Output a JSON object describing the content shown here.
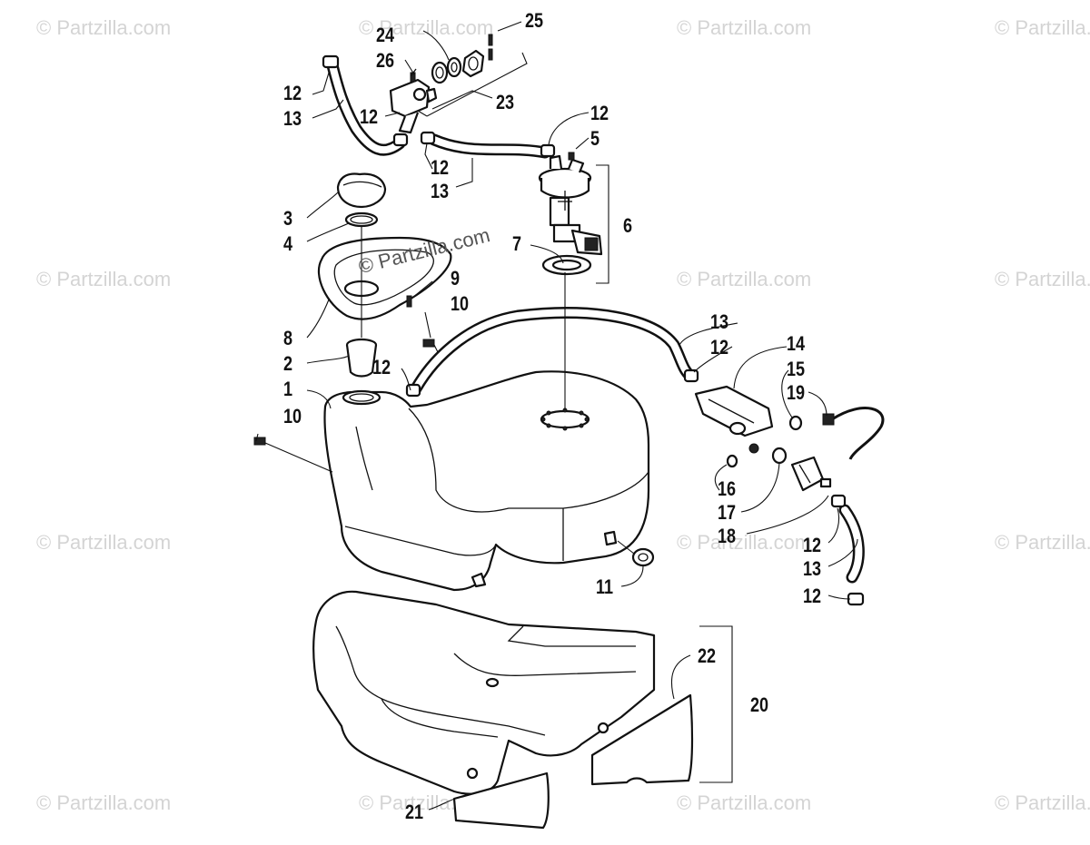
{
  "watermark": {
    "brand": "© Partzilla.com",
    "center_text": "© Partzilla.com"
  },
  "callouts": {
    "c1": "1",
    "c2": "2",
    "c3": "3",
    "c4": "4",
    "c5": "5",
    "c6": "6",
    "c7": "7",
    "c8": "8",
    "c9": "9",
    "c10a": "10",
    "c10b": "10",
    "c11": "11",
    "c12a": "12",
    "c12b": "12",
    "c12c": "12",
    "c12d": "12",
    "c12e": "12",
    "c12f": "12",
    "c12g": "12",
    "c12h": "12",
    "c13a": "13",
    "c13b": "13",
    "c13c": "13",
    "c13d": "13",
    "c14": "14",
    "c15": "15",
    "c16": "16",
    "c17": "17",
    "c18": "18",
    "c19": "19",
    "c20": "20",
    "c21": "21",
    "c22": "22",
    "c23": "23",
    "c24": "24",
    "c25": "25",
    "c26": "26"
  }
}
